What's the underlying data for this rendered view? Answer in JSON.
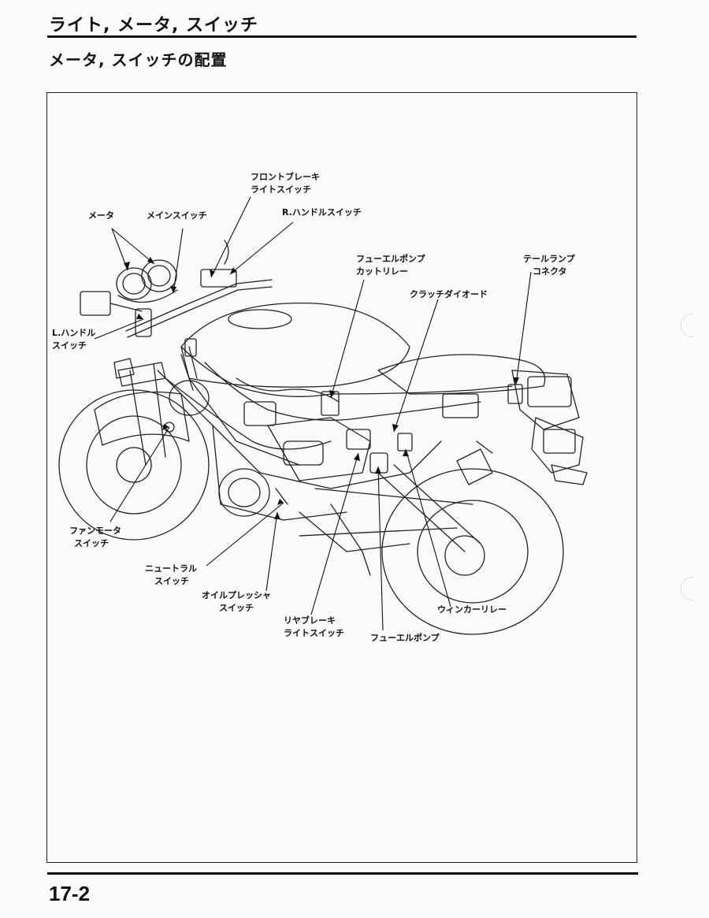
{
  "header": {
    "section_title": "ライト, メータ, スイッチ",
    "sub_title": "メータ, スイッチの配置"
  },
  "labels": {
    "meter": "メータ",
    "main_switch": "メインスイッチ",
    "front_brake_l1": "フロントブレーキ",
    "front_brake_l2": "ライトスイッチ",
    "r_handle_switch": "R.ハンドルスイッチ",
    "l_handle_l1": "L.ハンドル",
    "l_handle_l2": "スイッチ",
    "fuel_pump_cut_l1": "フューエルポンプ",
    "fuel_pump_cut_l2": "カットリレー",
    "tail_lamp_l1": "テールランプ",
    "tail_lamp_l2": "コネクタ",
    "clutch_diode": "クラッチダイオード",
    "fan_motor_l1": "ファンモータ",
    "fan_motor_l2": "スイッチ",
    "neutral_l1": "ニュートラル",
    "neutral_l2": "スイッチ",
    "oil_pressure_l1": "オイルプレッシャ",
    "oil_pressure_l2": "スイッチ",
    "rear_brake_l1": "リヤブレーキ",
    "rear_brake_l2": "ライトスイッチ",
    "fuel_pump": "フューエルポンプ",
    "winker_relay": "ウィンカーリレー"
  },
  "footer": {
    "page_number": "17-2"
  }
}
